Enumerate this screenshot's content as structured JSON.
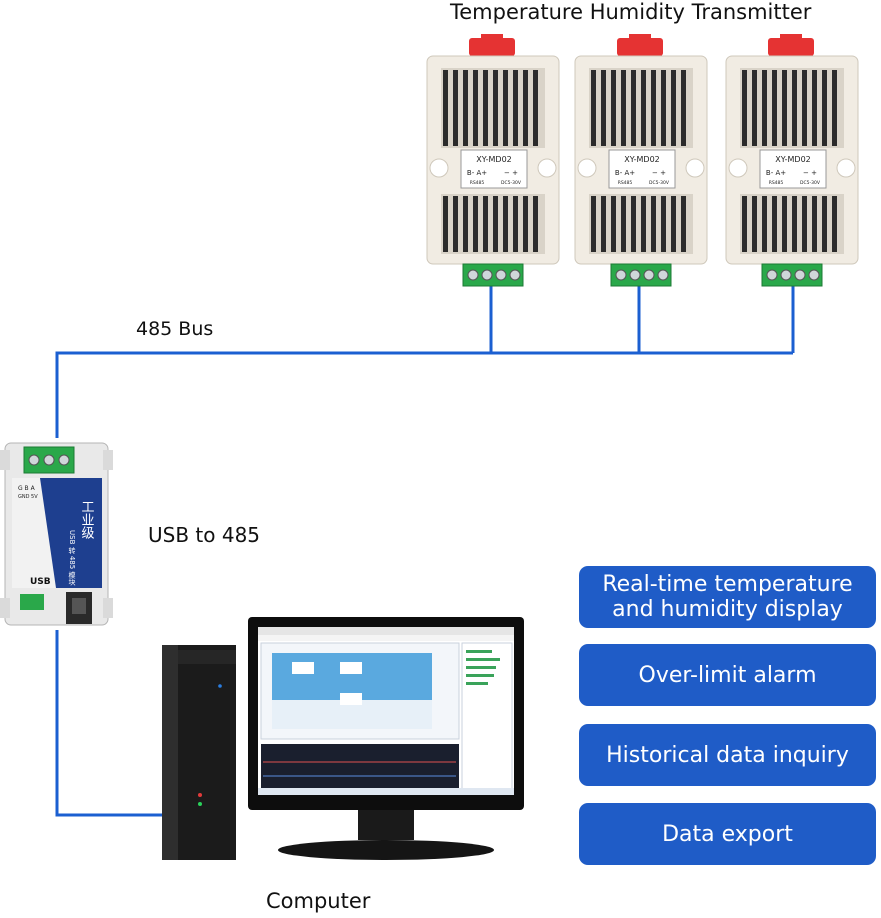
{
  "title": "Temperature Humidity Transmitter",
  "bus_label": "485 Bus",
  "usb_label": "USB to 485",
  "computer_label": "Computer",
  "features": [
    "Real-time temperature and humidity display",
    "Over-limit alarm",
    "Historical data inquiry",
    "Data export"
  ],
  "transmitter": {
    "model": "XY-MD02",
    "pins_left": "B- A+",
    "pins_right": "− +",
    "sub_left": "RS485",
    "sub_right": "DC5-30V"
  },
  "converter": {
    "port_label": "USB",
    "brand_text": "工业级",
    "model_text": "USB 转 485 模块",
    "pin_labels": "G  B  A",
    "pin_sub": "GND 5V"
  },
  "colors": {
    "bus_wire": "#1b5fd1",
    "feature_box": "#1f5cc7",
    "terminal_green": "#2aa84a",
    "clip_red": "#e53333"
  }
}
